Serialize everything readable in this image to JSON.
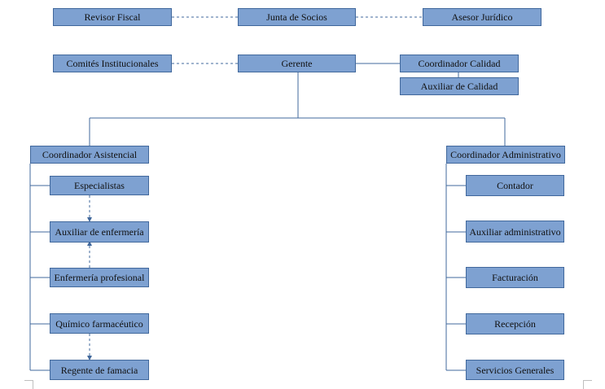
{
  "colors": {
    "fill": "#7ea1d1",
    "stroke": "#41689c",
    "line": "#41689c"
  },
  "nodes": {
    "revisor": "Revisor Fiscal",
    "junta": "Junta de Socios",
    "asesor": "Asesor Jurídico",
    "comites": "Comités Institucionales",
    "gerente": "Gerente",
    "coord_calidad": "Coordinador Calidad",
    "aux_calidad": "Auxiliar de Calidad",
    "coord_asist": "Coordinador Asistencial",
    "especialistas": "Especialistas",
    "aux_enf": "Auxiliar de enfermería",
    "enf_prof": "Enfermería profesional",
    "quimico": "Químico farmacéutico",
    "regente": "Regente de famacia",
    "coord_admin": "Coordinador Administrativo",
    "contador": "Contador",
    "aux_admin": "Auxiliar administrativo",
    "facturacion": "Facturación",
    "recepcion": "Recepción",
    "servicios": "Servicios Generales"
  }
}
